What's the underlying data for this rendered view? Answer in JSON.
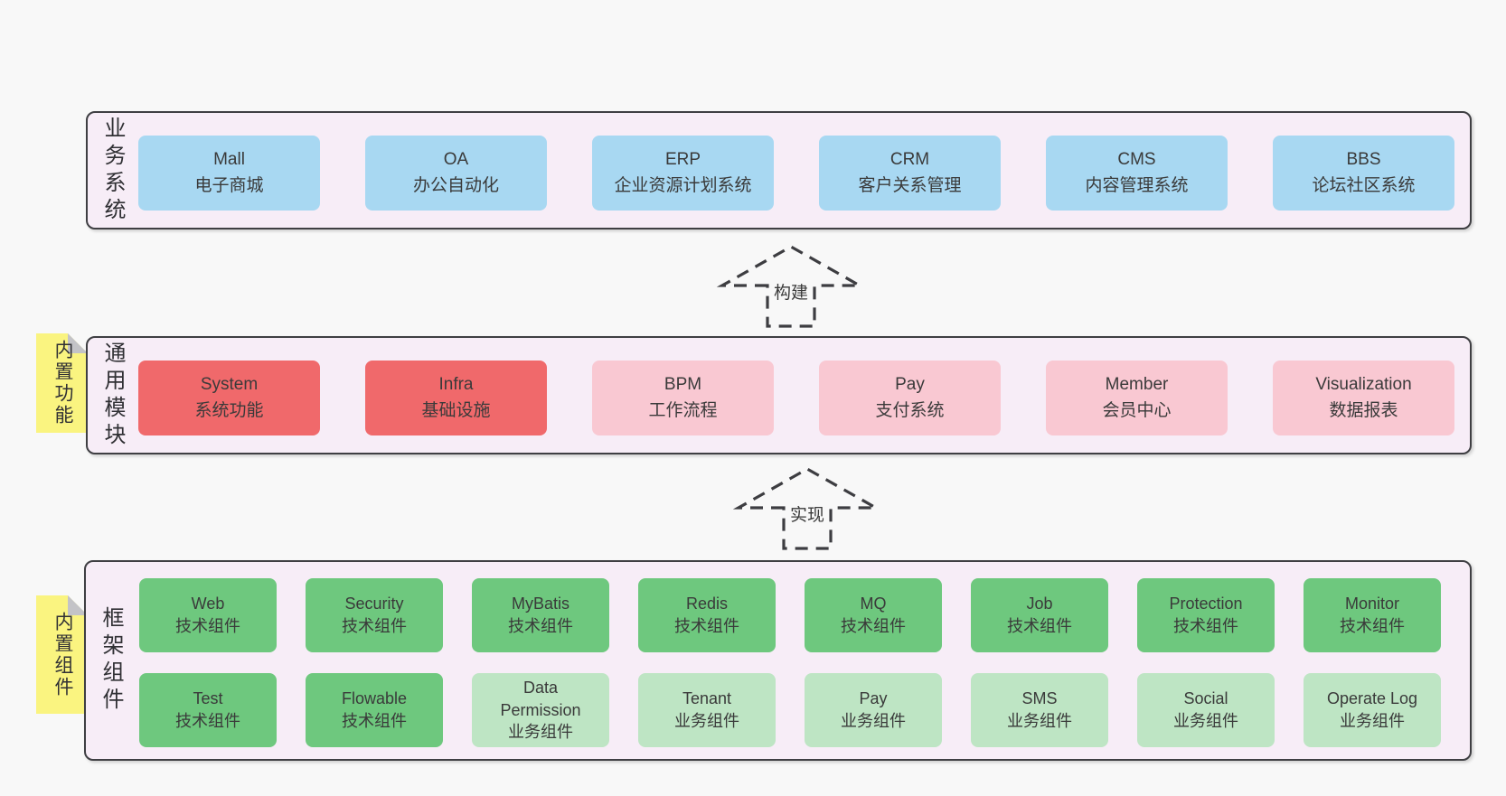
{
  "colors": {
    "page_bg": "#f8f8f8",
    "panel_bg": "#f7edf7",
    "panel_border": "#3f3f43",
    "business_box": "#a8d8f2",
    "core_module_box": "#f0696b",
    "optional_module_box": "#f9c8d2",
    "tech_component_box": "#6ec87e",
    "biz_component_box": "#bee5c4",
    "sticky_note": "#faf480"
  },
  "sections": [
    {
      "side_label": "业务系统",
      "boxes": [
        {
          "en": "Mall",
          "zh": "电子商城"
        },
        {
          "en": "OA",
          "zh": "办公自动化"
        },
        {
          "en": "ERP",
          "zh": "企业资源计划系统"
        },
        {
          "en": "CRM",
          "zh": "客户关系管理"
        },
        {
          "en": "CMS",
          "zh": "内容管理系统"
        },
        {
          "en": "BBS",
          "zh": "论坛社区系统"
        }
      ]
    },
    {
      "side_label": "通用模块",
      "boxes": [
        {
          "en": "System",
          "zh": "系统功能"
        },
        {
          "en": "Infra",
          "zh": "基础设施"
        },
        {
          "en": "BPM",
          "zh": "工作流程"
        },
        {
          "en": "Pay",
          "zh": "支付系统"
        },
        {
          "en": "Member",
          "zh": "会员中心"
        },
        {
          "en": "Visualization",
          "zh": "数据报表"
        }
      ]
    },
    {
      "side_label": "框架组件",
      "rows": [
        [
          {
            "en": "Web",
            "zh": "技术组件"
          },
          {
            "en": "Security",
            "zh": "技术组件"
          },
          {
            "en": "MyBatis",
            "zh": "技术组件"
          },
          {
            "en": "Redis",
            "zh": "技术组件"
          },
          {
            "en": "MQ",
            "zh": "技术组件"
          },
          {
            "en": "Job",
            "zh": "技术组件"
          },
          {
            "en": "Protection",
            "zh": "技术组件"
          },
          {
            "en": "Monitor",
            "zh": "技术组件"
          }
        ],
        [
          {
            "en": "Test",
            "zh": "技术组件"
          },
          {
            "en": "Flowable",
            "zh": "技术组件"
          },
          {
            "en": "Data Permission",
            "zh": "业务组件"
          },
          {
            "en": "Tenant",
            "zh": "业务组件"
          },
          {
            "en": "Pay",
            "zh": "业务组件"
          },
          {
            "en": "SMS",
            "zh": "业务组件"
          },
          {
            "en": "Social",
            "zh": "业务组件"
          },
          {
            "en": "Operate Log",
            "zh": "业务组件"
          }
        ]
      ]
    }
  ],
  "arrows": [
    {
      "label": "构建"
    },
    {
      "label": "实现"
    }
  ],
  "stickies": [
    {
      "label": "内置功能"
    },
    {
      "label": "内置组件"
    }
  ]
}
